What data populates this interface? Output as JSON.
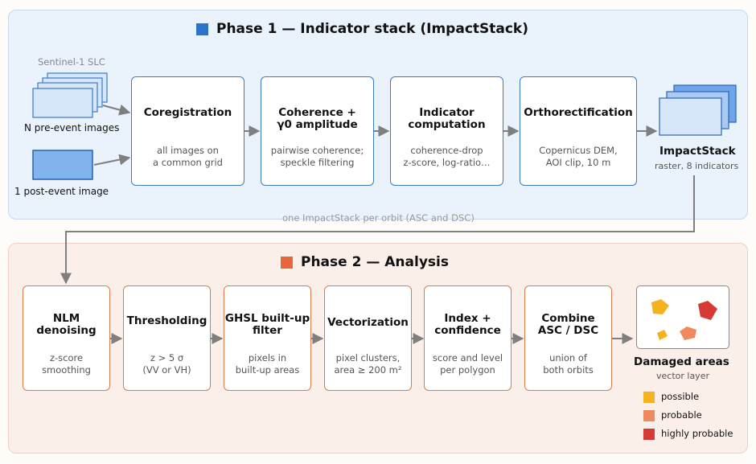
{
  "phase1": {
    "title": "Phase 1 — Indicator stack (ImpactStack)",
    "color": "#2a74c9",
    "inputs": {
      "source": "Sentinel-1 SLC",
      "pre_event": "N pre-event images",
      "post_event": "1 post-event image"
    },
    "steps": [
      {
        "title": "Coregistration",
        "desc": "all images on\na common grid"
      },
      {
        "title": "Coherence +\nγ0 amplitude",
        "desc": "pairwise coherence;\nspeckle filtering"
      },
      {
        "title": "Indicator\ncomputation",
        "desc": "coherence-drop\nz-score, log-ratio…"
      },
      {
        "title": "Orthorectification",
        "desc": "Copernicus DEM,\nAOI clip, 10 m"
      }
    ],
    "output": {
      "title": "ImpactStack",
      "subtitle": "raster, 8 indicators"
    },
    "note": "one ImpactStack per orbit (ASC and DSC)"
  },
  "phase2": {
    "title": "Phase 2 — Analysis",
    "color": "#e8673a",
    "steps": [
      {
        "title": "NLM\ndenoising",
        "desc": "z-score\nsmoothing"
      },
      {
        "title": "Thresholding",
        "desc": "z > 5 σ\n(VV or VH)"
      },
      {
        "title": "GHSL built-up\nfilter",
        "desc": "pixels in\nbuilt-up areas"
      },
      {
        "title": "Vectorization",
        "desc": "pixel clusters,\narea ≥ 200 m²"
      },
      {
        "title": "Index +\nconfidence",
        "desc": "score and level\nper polygon"
      },
      {
        "title": "Combine\nASC / DSC",
        "desc": "union of\nboth orbits"
      }
    ],
    "output": {
      "title": "Damaged areas",
      "subtitle": "vector layer"
    },
    "legend": [
      {
        "label": "possible",
        "color": "#f5b21f"
      },
      {
        "label": "probable",
        "color": "#ee8a5e"
      },
      {
        "label": "highly probable",
        "color": "#d63a35"
      }
    ]
  }
}
